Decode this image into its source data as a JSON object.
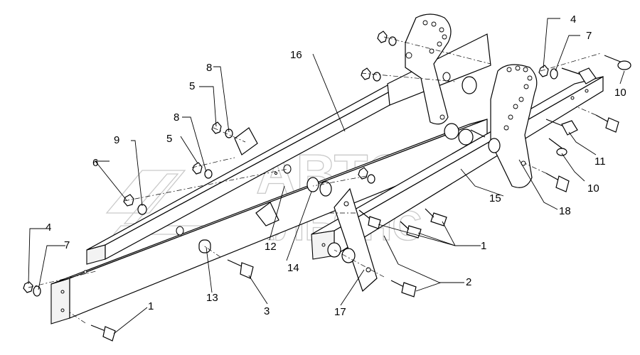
{
  "watermark": {
    "line1": "АВТО",
    "line2": "АЛЬЯНС"
  },
  "callouts": [
    {
      "id": "c1a",
      "text": "1"
    },
    {
      "id": "c1b",
      "text": "1"
    },
    {
      "id": "c2",
      "text": "2"
    },
    {
      "id": "c3",
      "text": "3"
    },
    {
      "id": "c4a",
      "text": "4"
    },
    {
      "id": "c4b",
      "text": "4"
    },
    {
      "id": "c5a",
      "text": "5"
    },
    {
      "id": "c5b",
      "text": "5"
    },
    {
      "id": "c6",
      "text": "6"
    },
    {
      "id": "c7a",
      "text": "7"
    },
    {
      "id": "c7b",
      "text": "7"
    },
    {
      "id": "c8a",
      "text": "8"
    },
    {
      "id": "c8b",
      "text": "8"
    },
    {
      "id": "c9",
      "text": "9"
    },
    {
      "id": "c10a",
      "text": "10"
    },
    {
      "id": "c10b",
      "text": "10"
    },
    {
      "id": "c11",
      "text": "11"
    },
    {
      "id": "c12",
      "text": "12"
    },
    {
      "id": "c13",
      "text": "13"
    },
    {
      "id": "c14",
      "text": "14"
    },
    {
      "id": "c15",
      "text": "15"
    },
    {
      "id": "c16",
      "text": "16"
    },
    {
      "id": "c17",
      "text": "17"
    },
    {
      "id": "c18",
      "text": "18"
    }
  ]
}
